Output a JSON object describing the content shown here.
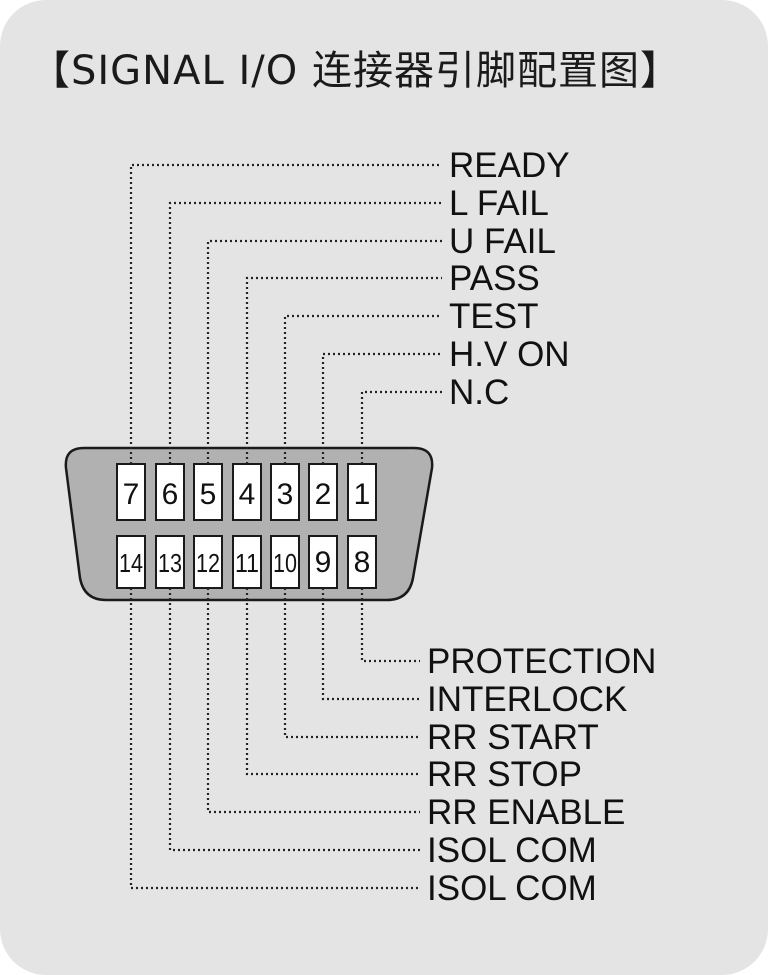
{
  "title": "【SIGNAL I/O 连接器引脚配置图】",
  "connector": {
    "top_row_pins": [
      "7",
      "6",
      "5",
      "4",
      "3",
      "2",
      "1"
    ],
    "bottom_row_pins": [
      "14",
      "13",
      "12",
      "11",
      "10",
      "9",
      "8"
    ]
  },
  "top_signals": [
    {
      "pin": "7",
      "label": "READY"
    },
    {
      "pin": "6",
      "label": "L FAIL"
    },
    {
      "pin": "5",
      "label": "U FAIL"
    },
    {
      "pin": "4",
      "label": "PASS"
    },
    {
      "pin": "3",
      "label": "TEST"
    },
    {
      "pin": "2",
      "label": "H.V ON"
    },
    {
      "pin": "1",
      "label": "N.C"
    }
  ],
  "bottom_signals": [
    {
      "pin": "8",
      "label": "PROTECTION"
    },
    {
      "pin": "9",
      "label": "INTERLOCK"
    },
    {
      "pin": "10",
      "label": "RR START"
    },
    {
      "pin": "11",
      "label": "RR STOP"
    },
    {
      "pin": "12",
      "label": "RR ENABLE"
    },
    {
      "pin": "13",
      "label": "ISOL COM"
    },
    {
      "pin": "14",
      "label": "ISOL COM"
    }
  ],
  "colors": {
    "background": "#e4e4e4",
    "connector_body": "#b1b1b1",
    "pin_box": "#ffffff",
    "line": "#222222"
  }
}
